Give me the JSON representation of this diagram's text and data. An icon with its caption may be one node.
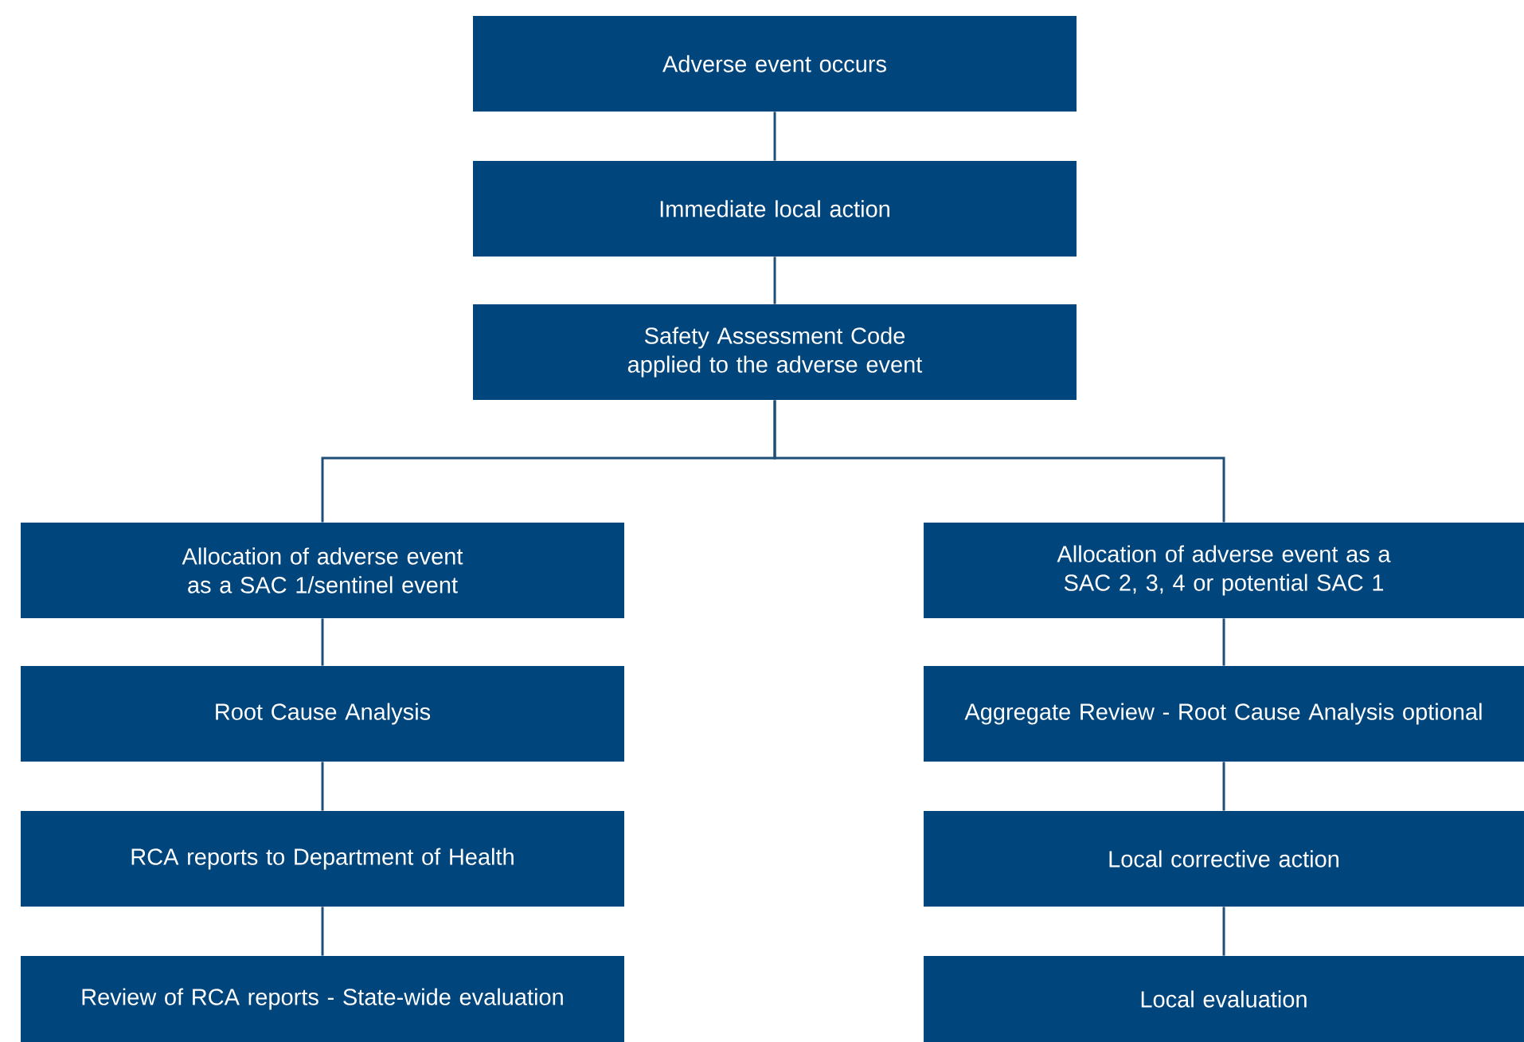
{
  "diagram": {
    "nodes": [
      {
        "text": [
          "Adverse event occurs"
        ]
      },
      {
        "text": [
          "Immediate local action"
        ]
      },
      {
        "text": [
          "Safety Assessment Code applied to the adverse event"
        ]
      },
      {
        "text": [
          "Allocation of adverse event as a SAC 1/sentinel event"
        ]
      },
      {
        "text": [
          "Root Cause Analysis"
        ]
      },
      {
        "text": [
          "RCA reports to Department of Health"
        ]
      },
      {
        "text": [
          "Review of RCA reports - State-wide evaluation"
        ]
      },
      {
        "text": [
          "Allocation of adverse event as a SAC 2, 3, 4 or potential SAC 1"
        ]
      },
      {
        "text": [
          "Aggregate Review - Root Cause Analysis optional"
        ]
      },
      {
        "text": [
          "Local corrective action"
        ]
      },
      {
        "text": [
          "Local evaluation"
        ]
      }
    ],
    "edges": [
      {
        "from": 0,
        "to": 1,
        "arrow": "none"
      },
      {
        "from": 1,
        "to": 2,
        "arrow": "none"
      },
      {
        "from": 2,
        "to": 3,
        "arrow": "none"
      },
      {
        "from": 2,
        "to": 7,
        "arrow": "none"
      },
      {
        "from": 3,
        "to": 4,
        "arrow": "none"
      },
      {
        "from": 4,
        "to": 5,
        "arrow": "none"
      },
      {
        "from": 5,
        "to": 6,
        "arrow": "none"
      },
      {
        "from": 7,
        "to": 8,
        "arrow": "none"
      },
      {
        "from": 8,
        "to": 9,
        "arrow": "none"
      },
      {
        "from": 9,
        "to": 10,
        "arrow": "none"
      }
    ]
  }
}
